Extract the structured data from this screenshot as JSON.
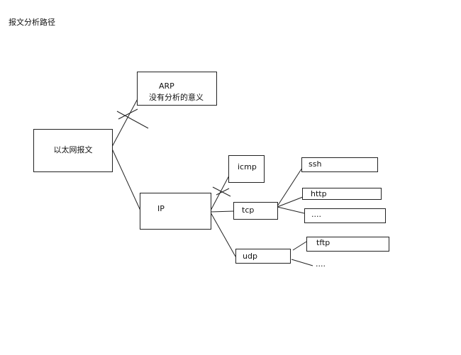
{
  "title": "报文分析路径",
  "nodes": {
    "ethernet": "以太网报文",
    "arp": {
      "label": "ARP",
      "note": "没有分析的意义"
    },
    "ip": "IP",
    "icmp": "icmp",
    "tcp": "tcp",
    "udp": "udp",
    "tcp_children": [
      "ssh",
      "http",
      "...."
    ],
    "udp_children": [
      "tftp",
      "...."
    ]
  }
}
